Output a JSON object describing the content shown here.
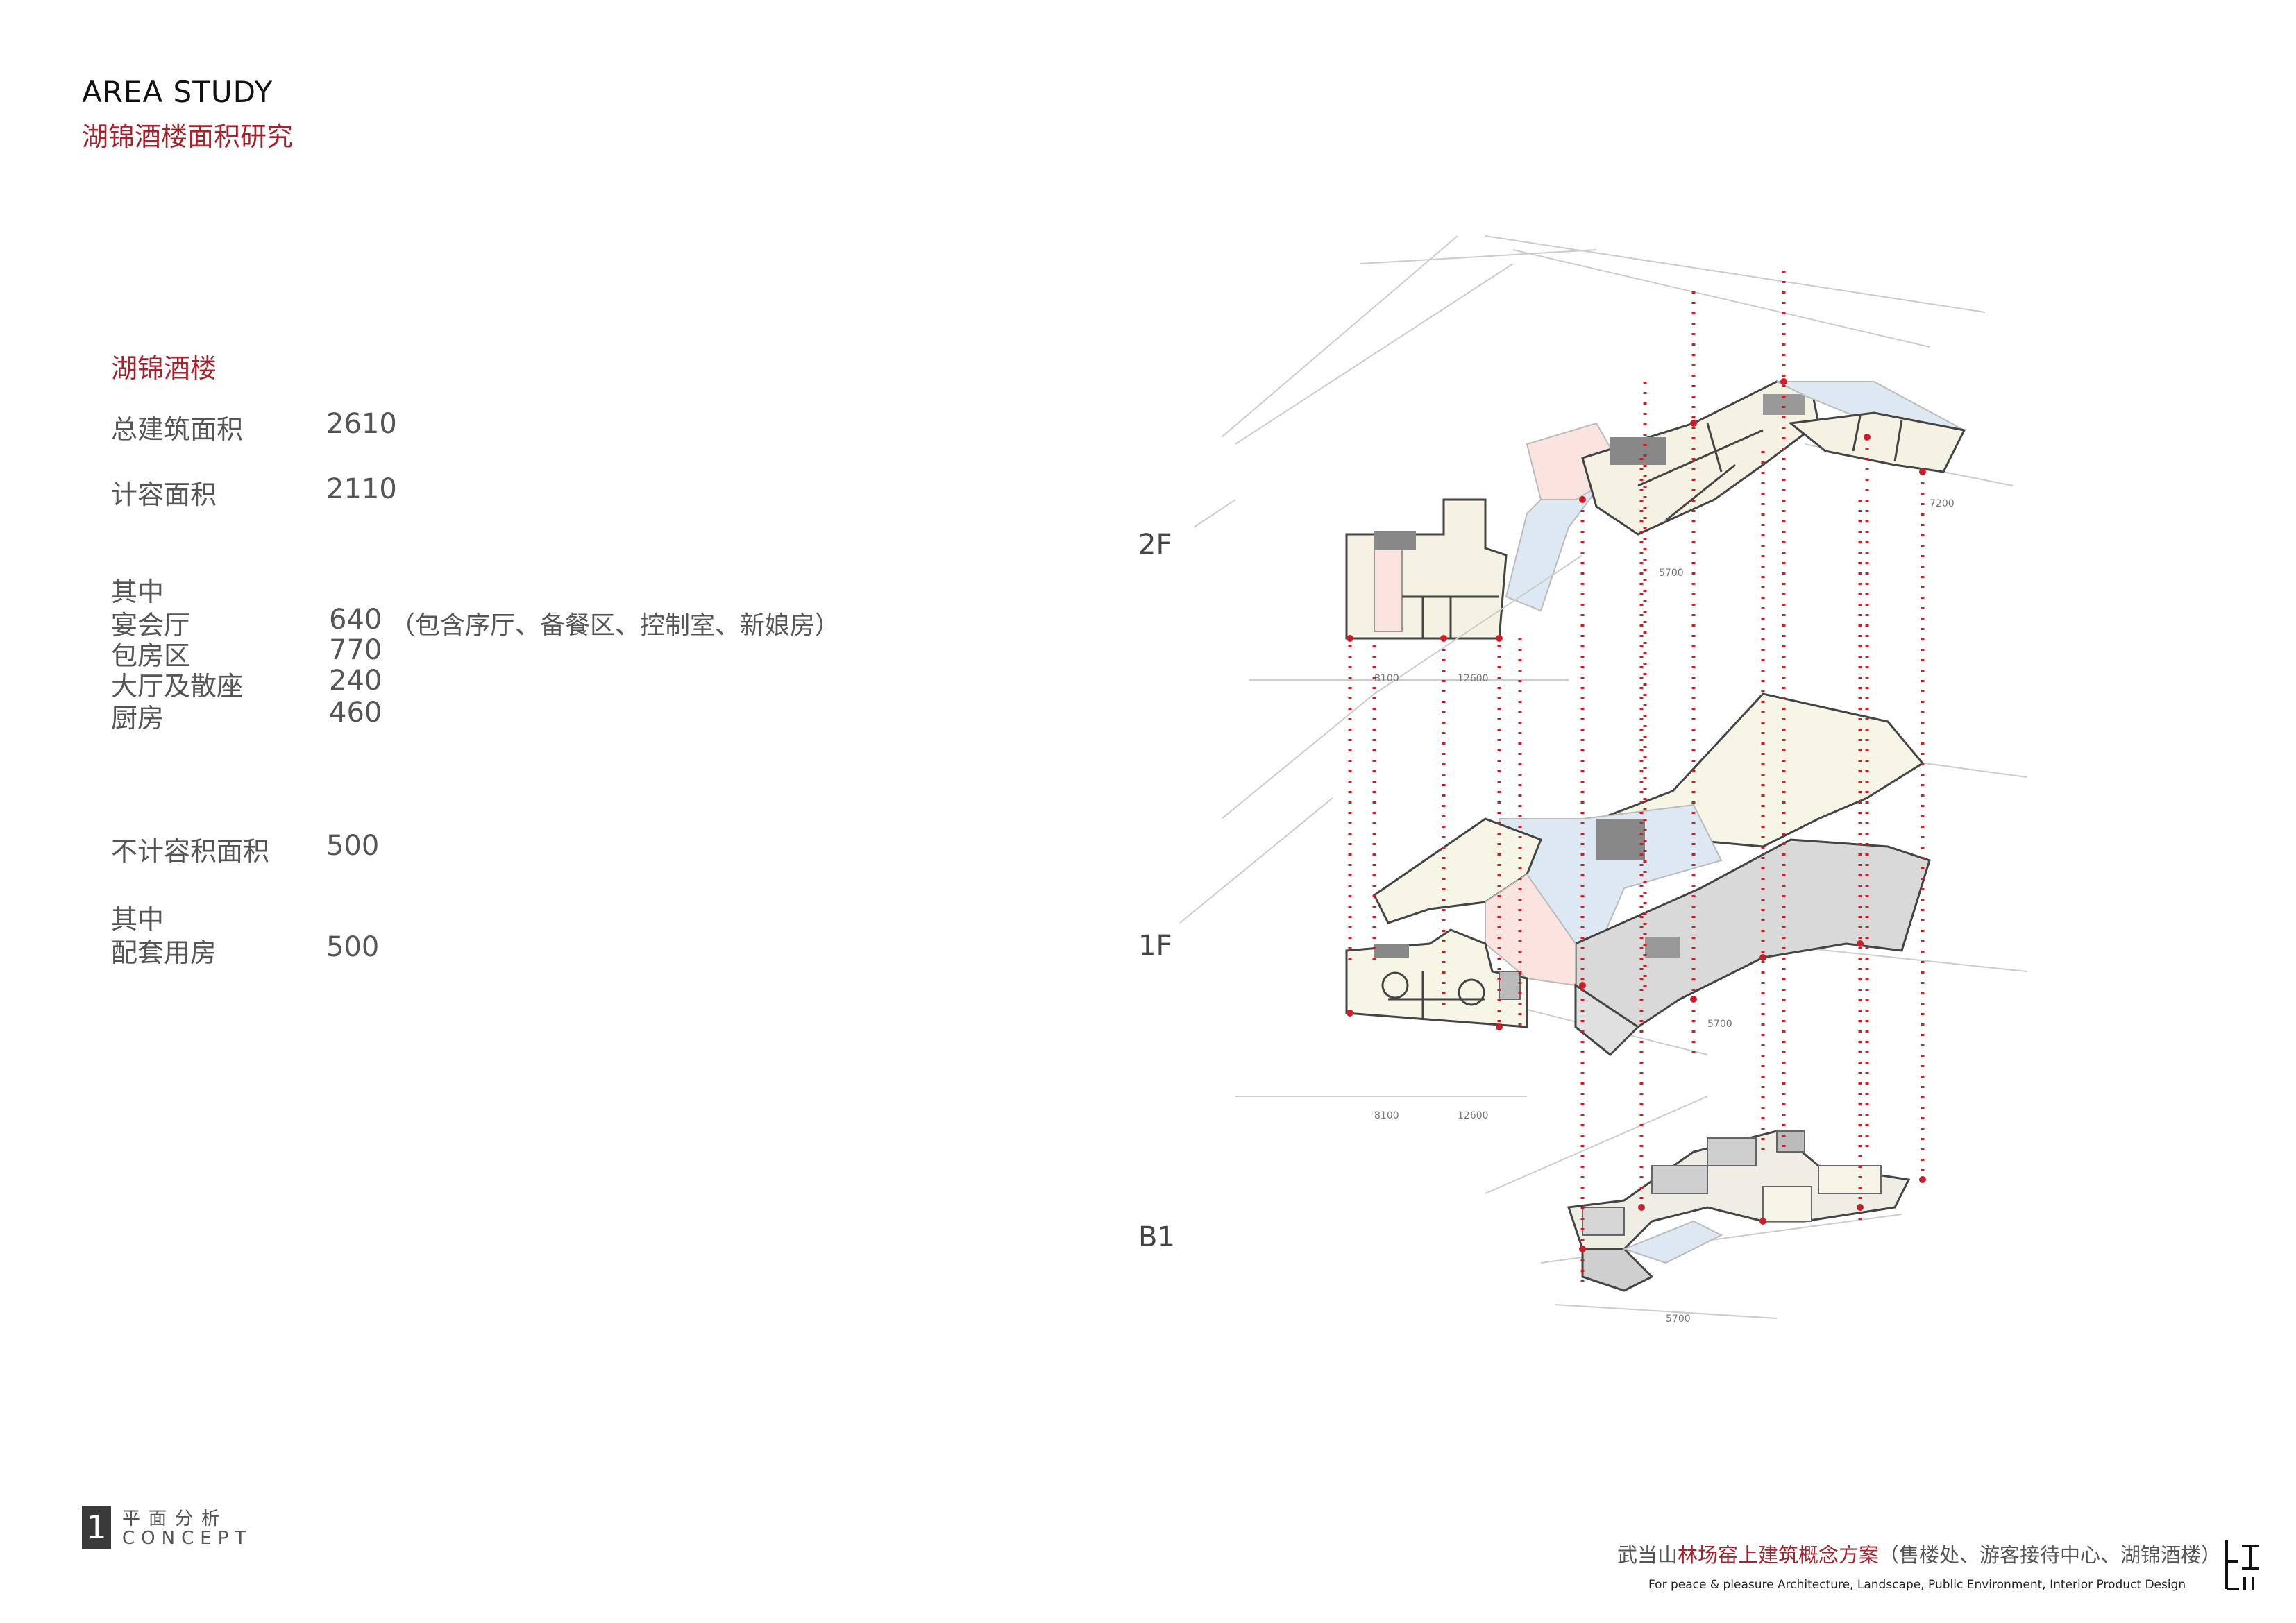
{
  "header": {
    "title_en": "AREA STUDY",
    "title_cn": "湖锦酒楼面积研究"
  },
  "section": {
    "title": "湖锦酒楼"
  },
  "rows": [
    {
      "label": "总建筑面积",
      "value": "2610"
    },
    {
      "label": "计容面积",
      "value": "2110"
    },
    {
      "label": "其中",
      "value": ""
    },
    {
      "label": "宴会厅",
      "value": "640",
      "note": "（包含序厅、备餐区、控制室、新娘房）"
    },
    {
      "label": "包房区",
      "value": "770"
    },
    {
      "label": "大厅及散座",
      "value": "240"
    },
    {
      "label": "厨房",
      "value": "460"
    },
    {
      "label": "不计容积面积",
      "value": "500"
    },
    {
      "label": "其中",
      "value": ""
    },
    {
      "label": "配套用房",
      "value": "500"
    }
  ],
  "diagram": {
    "floors": [
      "2F",
      "1F",
      "B1"
    ],
    "dims": {
      "a": "8100",
      "b": "12600",
      "c": "5700",
      "d": "7200"
    },
    "accent_color": "#c8202a"
  },
  "footer": {
    "page_number": "1",
    "section_cn": "平面分析",
    "section_en": "CONCEPT",
    "project_prefix": "武当山",
    "project_highlight": "林场窑上建筑概念方案",
    "project_suffix": "（售楼处、游客接待中心、湖锦酒楼）",
    "tagline": "For peace & pleasure Architecture, Landscape, Public Environment, Interior Product Design"
  }
}
